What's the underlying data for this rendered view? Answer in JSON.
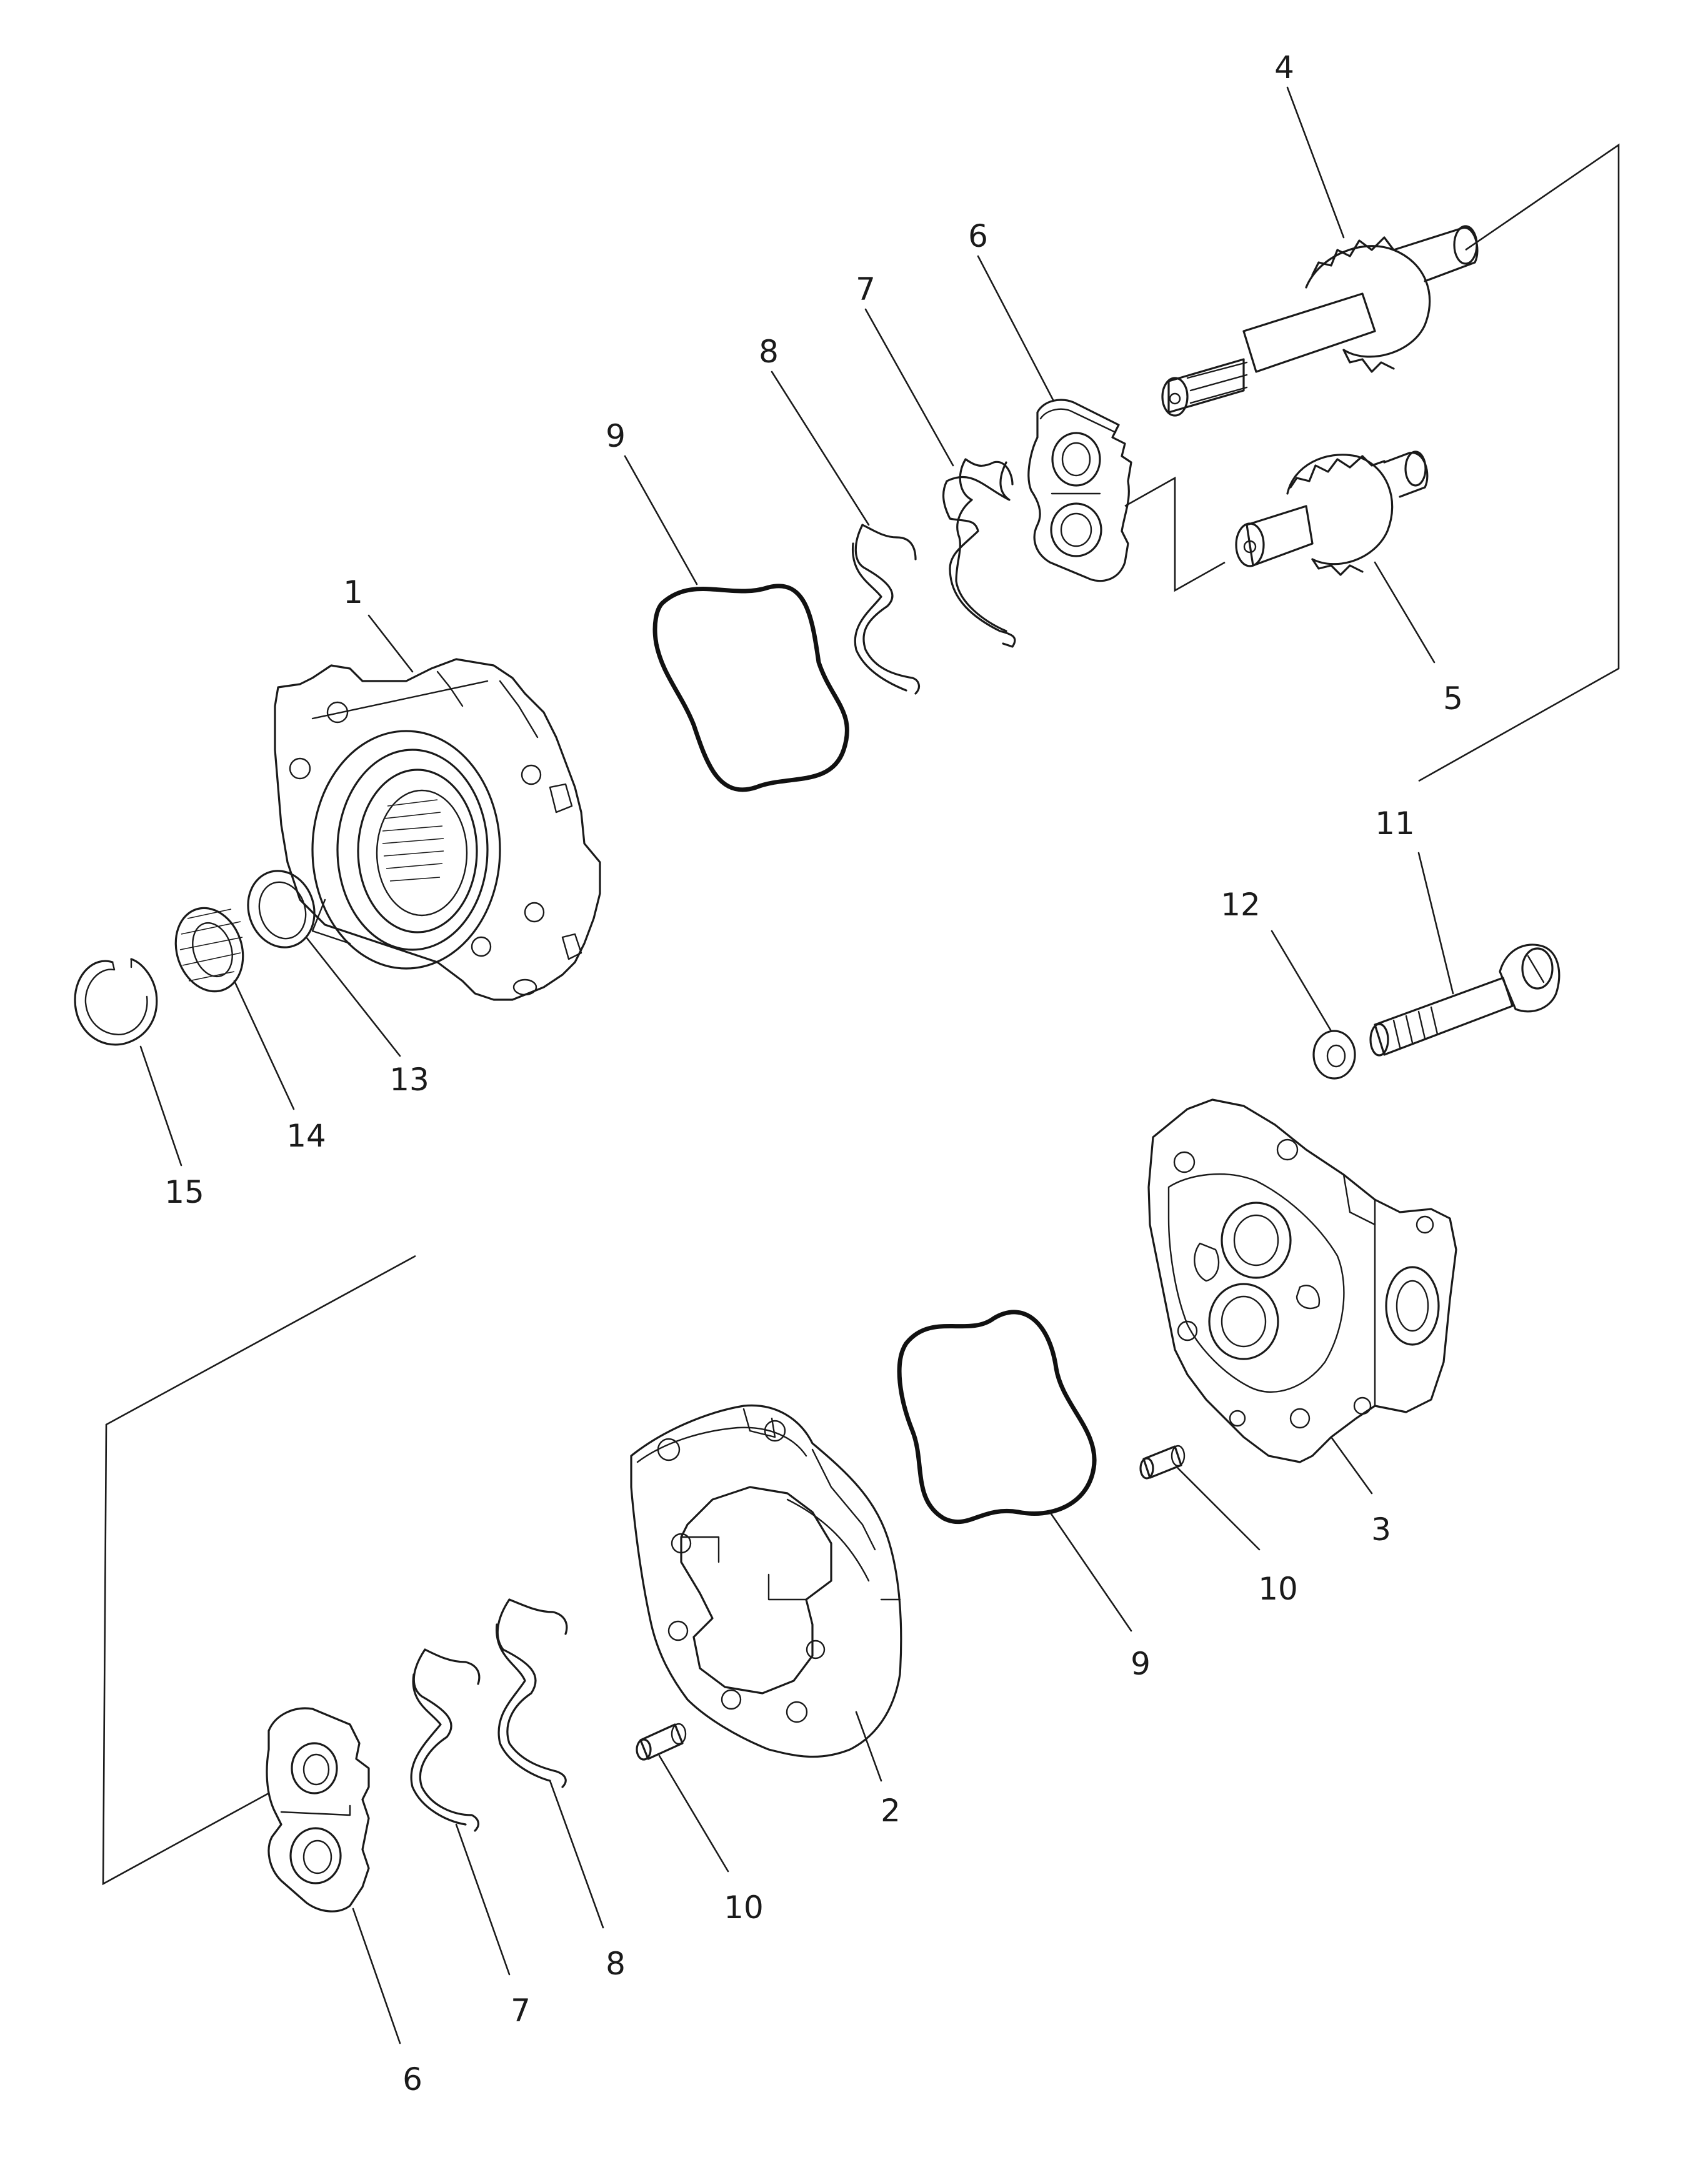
{
  "callouts": {
    "c1": "1",
    "c2": "2",
    "c3": "3",
    "c4": "4",
    "c5": "5",
    "c6a": "6",
    "c6b": "6",
    "c7a": "7",
    "c7b": "7",
    "c8a": "8",
    "c8b": "8",
    "c9a": "9",
    "c9b": "9",
    "c10a": "10",
    "c10b": "10",
    "c11": "11",
    "c12": "12",
    "c13": "13",
    "c14": "14",
    "c15": "15"
  }
}
